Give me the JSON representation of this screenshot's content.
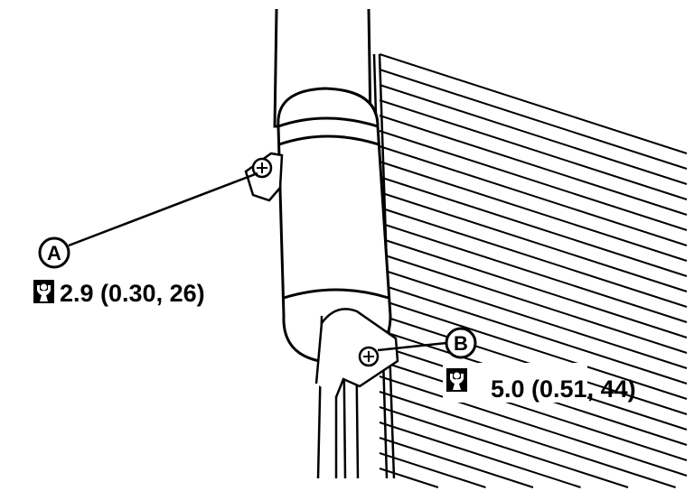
{
  "callouts": [
    {
      "id": "A",
      "torque": "2.9 (0.30, 26)",
      "icon": "torque-wrench-icon"
    },
    {
      "id": "B",
      "torque": "5.0 (0.51, 44)",
      "icon": "torque-wrench-icon"
    }
  ],
  "colors": {
    "ink": "#000000",
    "paper": "#ffffff"
  }
}
